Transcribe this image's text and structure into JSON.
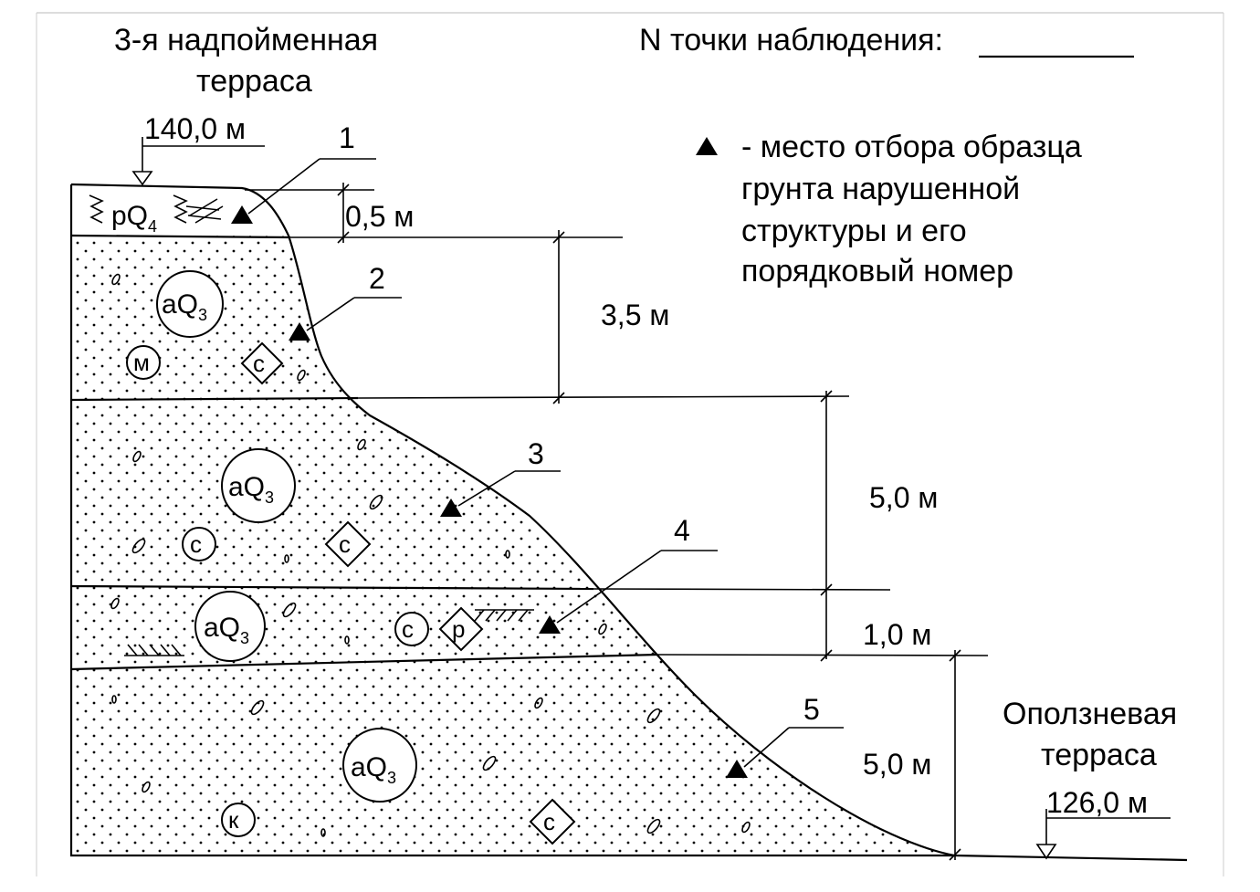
{
  "header": {
    "terrace_top": [
      "3-я надпойменная",
      "терраса"
    ],
    "observation_point": "N точки наблюдения:",
    "observation_blank": "_________"
  },
  "legend": {
    "marker_text_lines": [
      "- место отбора образца",
      "грунта нарушенной",
      "структуры и его",
      "порядковый номер"
    ]
  },
  "elevations": {
    "top": "140,0 м",
    "bottom": "126,0 м"
  },
  "terrace_bottom": [
    "Оползневая",
    "терраса"
  ],
  "layers": [
    {
      "index": "pQ",
      "sub": "4",
      "thickness": "0,5 м"
    },
    {
      "index": "aQ",
      "sub": "3",
      "thickness": "3,5 м",
      "marks": [
        "м",
        "с"
      ]
    },
    {
      "index": "aQ",
      "sub": "3",
      "thickness": "5,0 м",
      "marks": [
        "с",
        "с"
      ]
    },
    {
      "index": "aQ",
      "sub": "3",
      "thickness": "1,0 м",
      "marks": [
        "с",
        "р"
      ]
    },
    {
      "index": "aQ",
      "sub": "3",
      "thickness": "5,0 м",
      "marks": [
        "к",
        "с"
      ]
    }
  ],
  "samples": [
    "1",
    "2",
    "3",
    "4",
    "5"
  ]
}
